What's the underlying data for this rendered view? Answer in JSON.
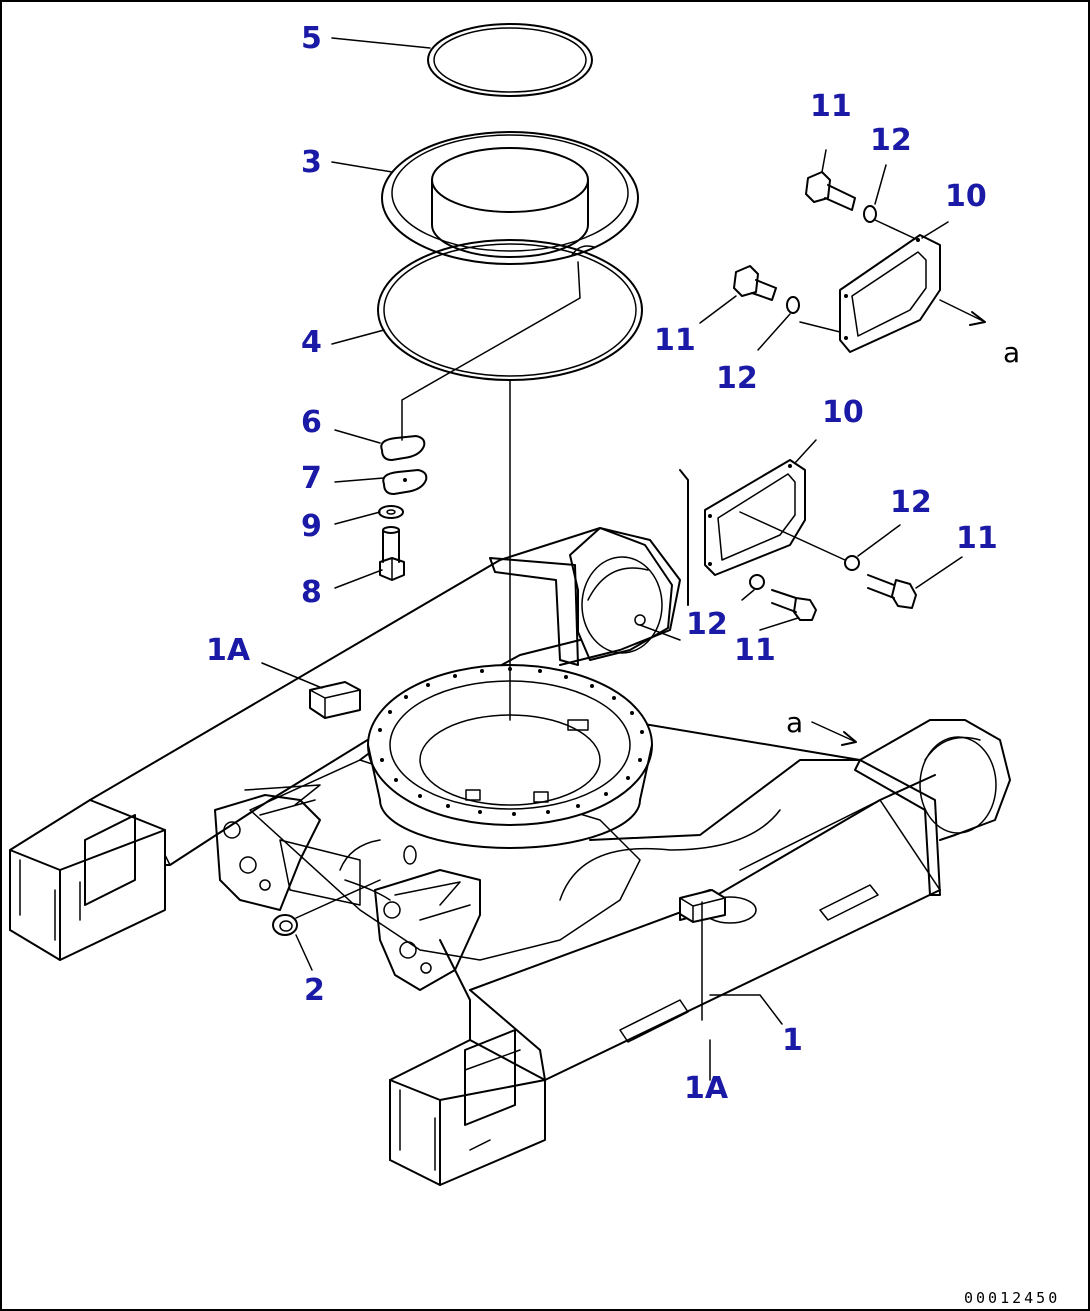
{
  "callouts": [
    {
      "id": "5",
      "text": "5"
    },
    {
      "id": "3",
      "text": "3"
    },
    {
      "id": "4",
      "text": "4"
    },
    {
      "id": "6",
      "text": "6"
    },
    {
      "id": "7",
      "text": "7"
    },
    {
      "id": "9",
      "text": "9"
    },
    {
      "id": "8",
      "text": "8"
    },
    {
      "id": "1A-top",
      "text": "1A"
    },
    {
      "id": "2",
      "text": "2"
    },
    {
      "id": "1",
      "text": "1"
    },
    {
      "id": "1A-bottom",
      "text": "1A"
    },
    {
      "id": "11-a",
      "text": "11"
    },
    {
      "id": "12-a",
      "text": "12"
    },
    {
      "id": "10-a",
      "text": "10"
    },
    {
      "id": "11-b",
      "text": "11"
    },
    {
      "id": "12-b",
      "text": "12"
    },
    {
      "id": "10-b",
      "text": "10"
    },
    {
      "id": "12-c",
      "text": "12"
    },
    {
      "id": "11-c",
      "text": "11"
    },
    {
      "id": "12-d",
      "text": "12"
    },
    {
      "id": "11-d",
      "text": "11"
    }
  ],
  "view_refs": {
    "detail": "a",
    "arrow": "a"
  },
  "drawing_number": "00012450",
  "colors": {
    "callout": "#1a1aa6",
    "line": "#000000",
    "background": "#ffffff"
  }
}
